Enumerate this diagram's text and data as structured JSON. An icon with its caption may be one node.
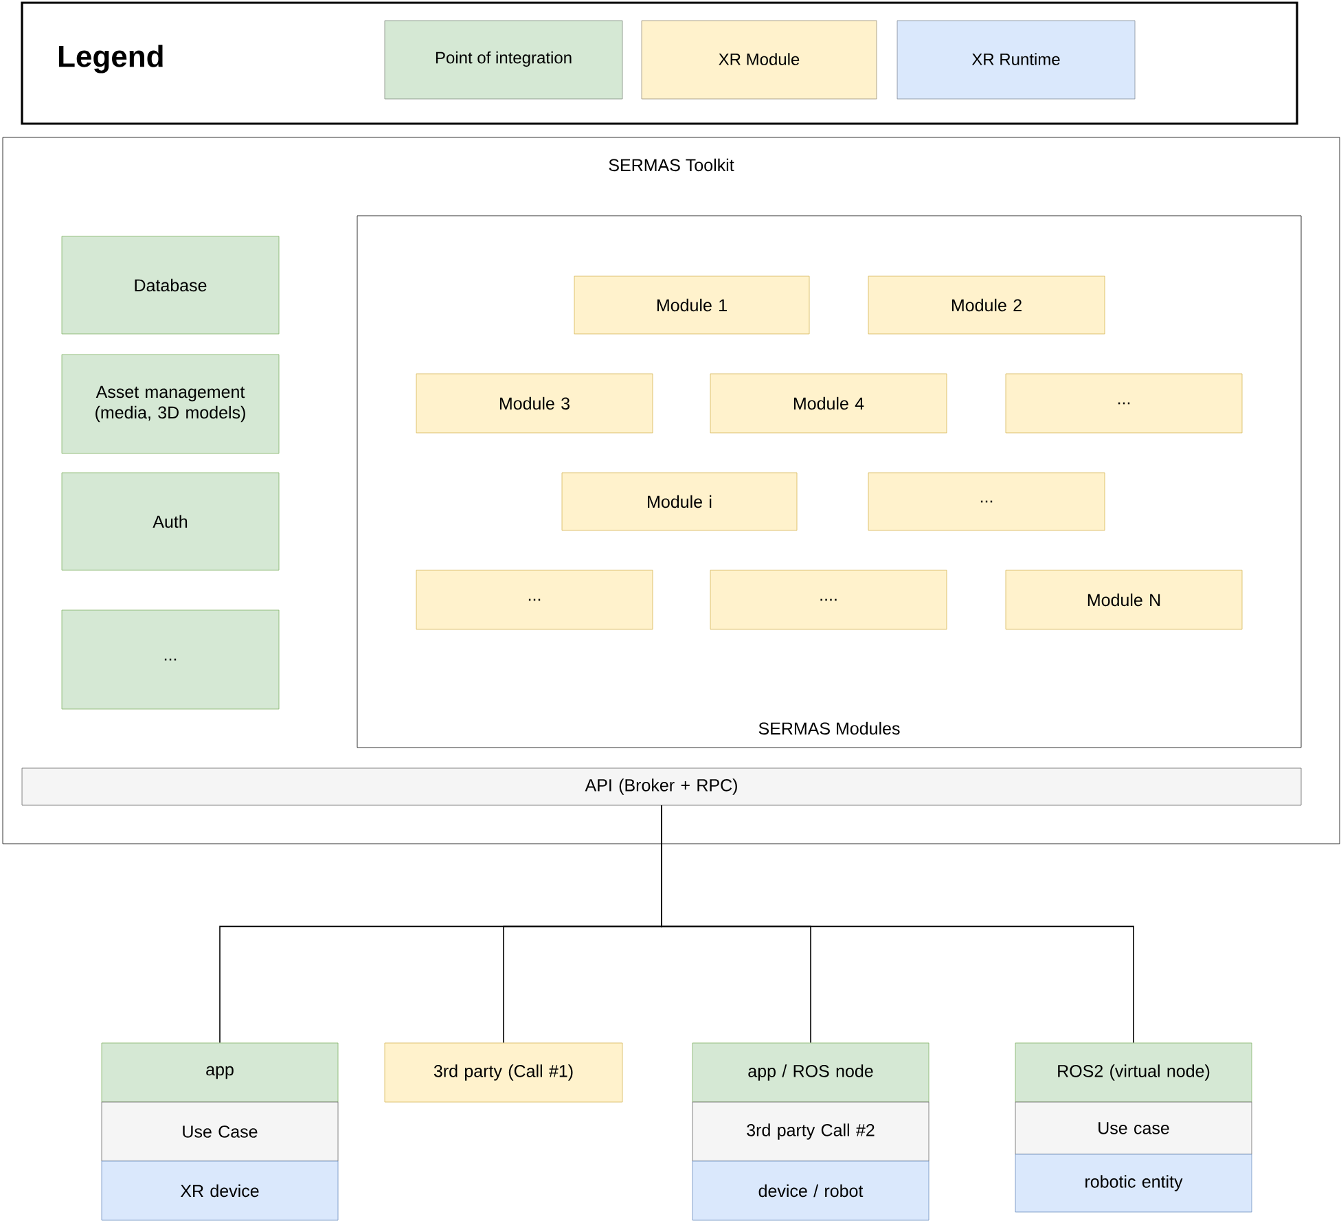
{
  "diagram": {
    "nodes": [
      {
        "text": [
          "SERMAS Toolkit"
        ]
      },
      {
        "text": [
          "Database"
        ],
        "in": 0
      },
      {
        "text": [
          "Asset management (media, 3D models)"
        ],
        "in": 0
      },
      {
        "text": [
          "Auth"
        ],
        "in": 0
      },
      {
        "text": [
          "..."
        ],
        "in": 0
      },
      {
        "text": [
          "SERMAS Modules"
        ],
        "in": 0
      },
      {
        "text": [
          "Module 1"
        ],
        "in": 5
      },
      {
        "text": [
          "Module 2"
        ],
        "in": 5
      },
      {
        "text": [
          "Module 3"
        ],
        "in": 5
      },
      {
        "text": [
          "Module 4"
        ],
        "in": 5
      },
      {
        "text": [
          "..."
        ],
        "in": 5
      },
      {
        "text": [
          "Module i"
        ],
        "in": 5
      },
      {
        "text": [
          "..."
        ],
        "in": 5
      },
      {
        "text": [
          "..."
        ],
        "in": 5
      },
      {
        "text": [
          "...."
        ],
        "in": 5
      },
      {
        "text": [
          "Module N"
        ],
        "in": 5
      },
      {
        "text": [
          "API (Broker + RPC)"
        ],
        "in": 0
      },
      {
        "text": [
          "app"
        ]
      },
      {
        "text": [
          "Use Case"
        ]
      },
      {
        "text": [
          "XR device"
        ]
      },
      {
        "text": [
          "3rd party (Call #1)"
        ]
      },
      {
        "text": [
          "app / ROS node"
        ]
      },
      {
        "text": [
          "3rd party Call #2"
        ]
      },
      {
        "text": [
          "device / robot"
        ]
      },
      {
        "text": [
          "ROS2 (virtual node)"
        ]
      },
      {
        "text": [
          "Use case"
        ]
      },
      {
        "text": [
          "robotic entity"
        ]
      }
    ],
    "edges": [
      {
        "from": 16,
        "to": 17,
        "arrow": "none"
      },
      {
        "from": 16,
        "to": 20,
        "arrow": "none"
      },
      {
        "from": 16,
        "to": 21,
        "arrow": "none"
      },
      {
        "from": 16,
        "to": 24,
        "arrow": "none"
      }
    ],
    "labels": [
      "Legend"
    ],
    "legend": [
      {
        "text": "Point of integration",
        "color": "#d5e8d4"
      },
      {
        "text": "XR Module",
        "color": "#fff2cc"
      },
      {
        "text": "XR Runtime",
        "color": "#dae8fc"
      }
    ]
  }
}
